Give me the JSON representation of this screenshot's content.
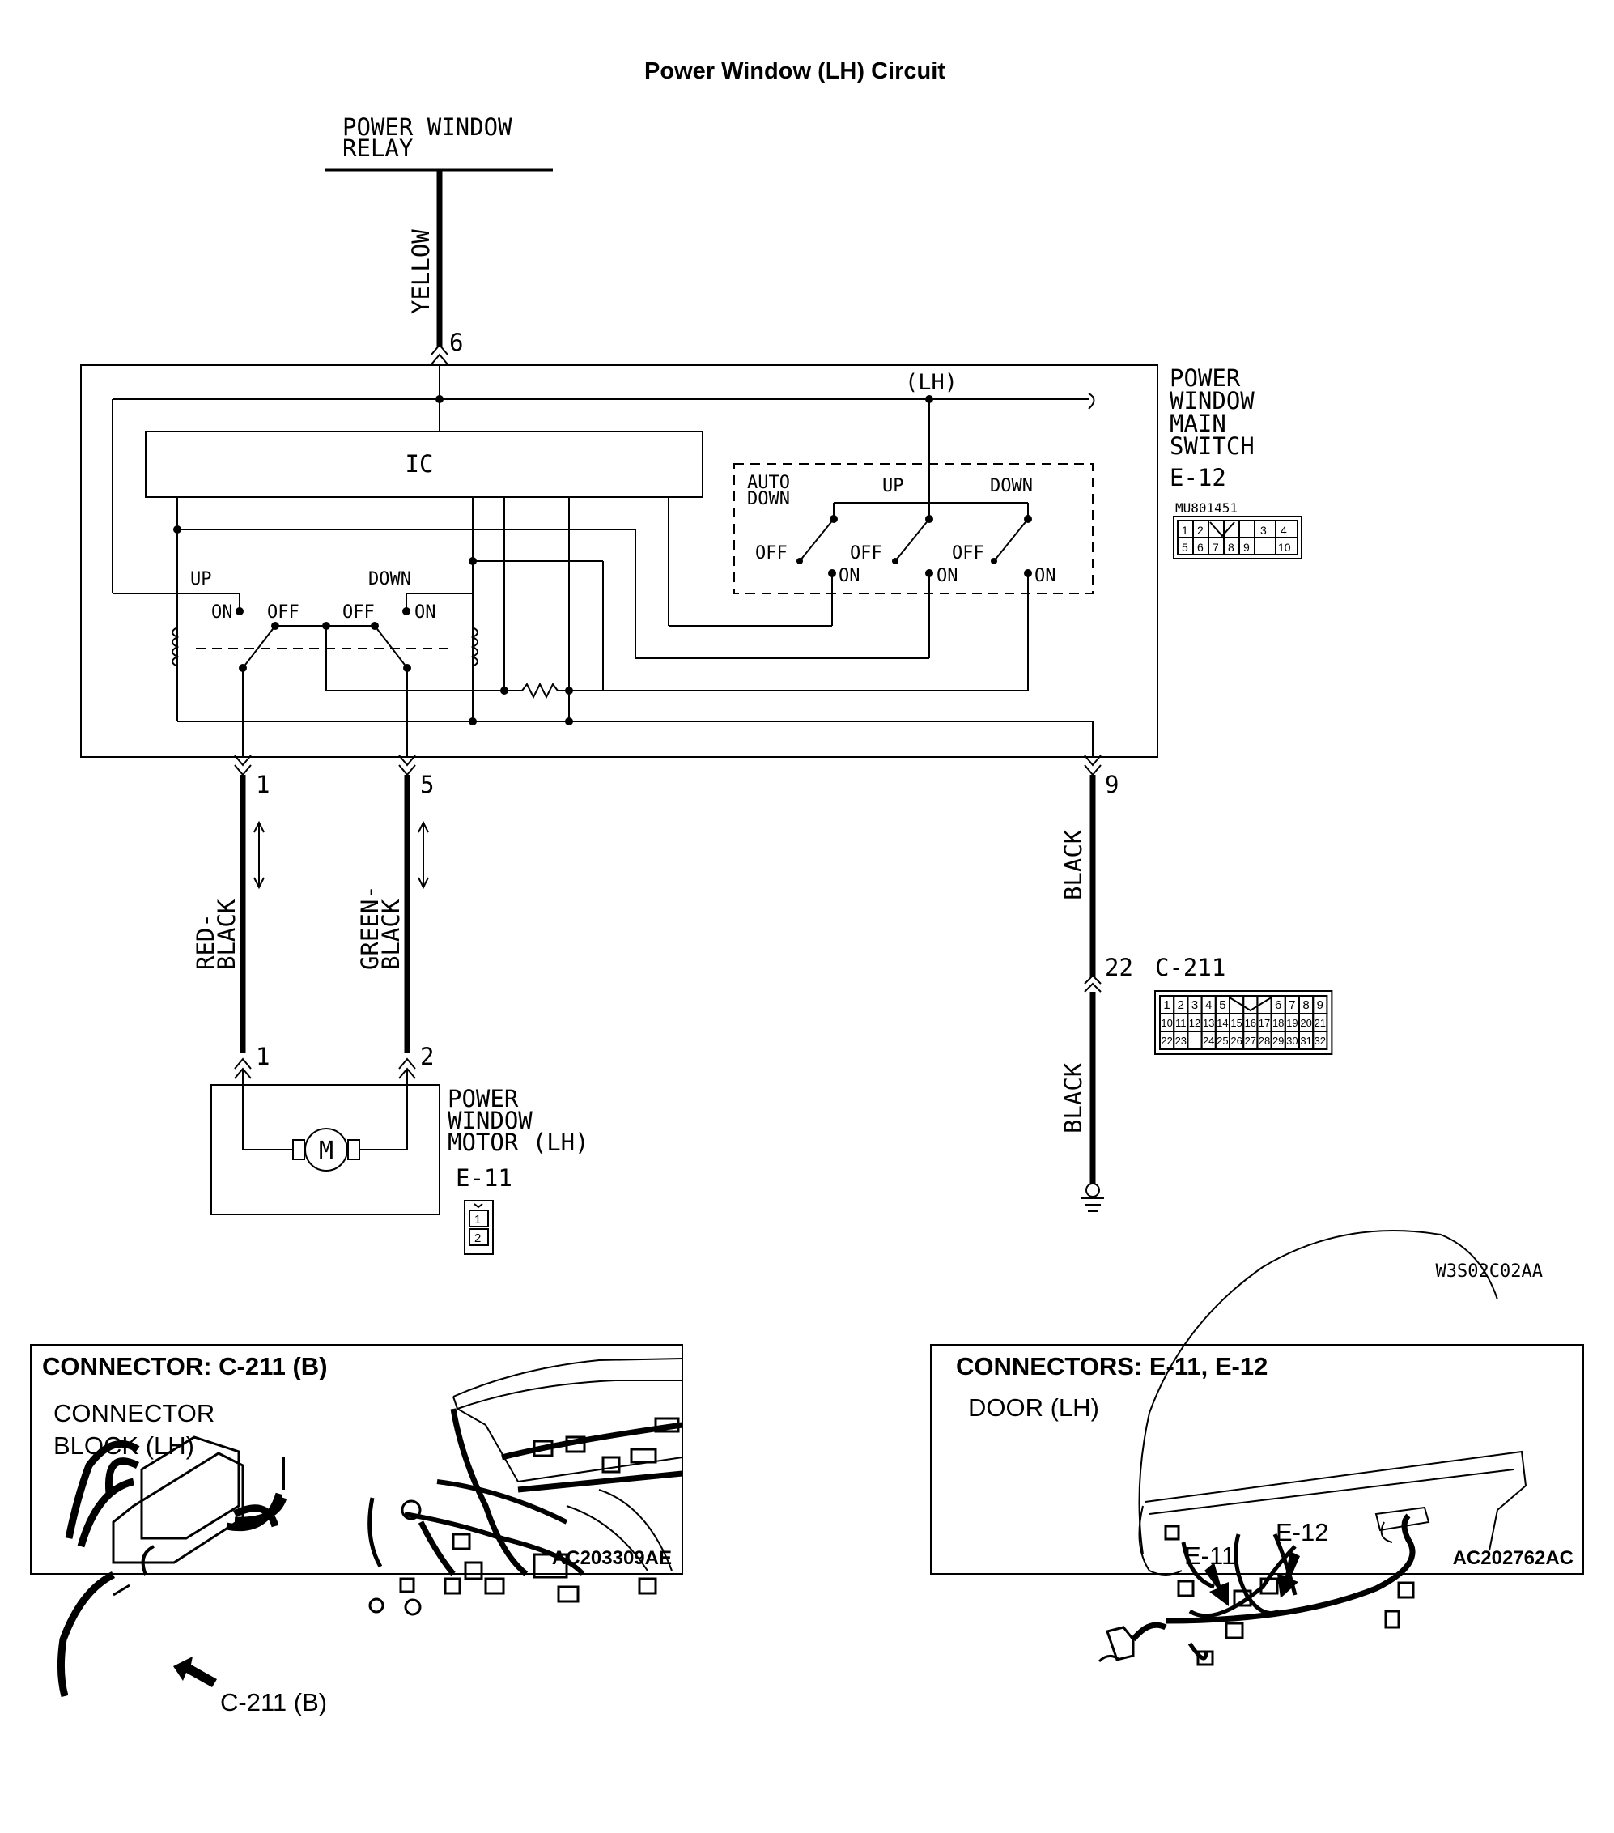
{
  "title": "Power Window (LH) Circuit",
  "diagram_id": "W3S02C02AA",
  "relay_label": [
    "POWER WINDOW",
    "RELAY"
  ],
  "wires": {
    "relay": "YELLOW",
    "motor_a": [
      "RED-",
      "BLACK"
    ],
    "motor_b": [
      "GREEN-",
      "BLACK"
    ],
    "ground_upper": "BLACK",
    "ground_lower": "BLACK"
  },
  "main_switch": {
    "label": [
      "POWER",
      "WINDOW",
      "MAIN",
      "SWITCH"
    ],
    "connector": "E-12",
    "part_no": "MU801451",
    "tag": "(LH)",
    "ic": "IC",
    "pins": {
      "power": "6",
      "up": "1",
      "down": "5",
      "ground": "9"
    },
    "pin_grid": [
      [
        "1",
        "2",
        "",
        "3",
        "4"
      ],
      [
        "5",
        "6",
        "7",
        "8",
        "9",
        "10"
      ]
    ]
  },
  "auto_switch": {
    "auto": "AUTO",
    "down": "DOWN",
    "up": "UP",
    "down2": "DOWN",
    "off": "OFF",
    "on": "ON"
  },
  "relay_switch": {
    "up": "UP",
    "down": "DOWN",
    "on": "ON",
    "off": "OFF"
  },
  "motor": {
    "label": [
      "POWER",
      "WINDOW",
      "MOTOR (LH)"
    ],
    "connector": "E-11",
    "symbol": "M",
    "pins": {
      "a": "1",
      "b": "2"
    },
    "pin_grid": [
      "1",
      "2"
    ]
  },
  "joint": {
    "pin": "22",
    "connector": "C-211",
    "pin_grid": [
      [
        "1",
        "2",
        "3",
        "4",
        "5",
        "",
        "6",
        "7",
        "8",
        "9"
      ],
      [
        "10",
        "11",
        "12",
        "13",
        "14",
        "15",
        "16",
        "17",
        "18",
        "19",
        "20",
        "21"
      ],
      [
        "22",
        "23",
        "24",
        "25",
        "26",
        "27",
        "28",
        "29",
        "30",
        "31",
        "32"
      ]
    ]
  },
  "panel_left": {
    "heading": "CONNECTOR: C-211 (B)",
    "sub": [
      "CONNECTOR",
      "BLOCK (LH)"
    ],
    "callout": "C-211 (B)",
    "code": "AC203309AE"
  },
  "panel_right": {
    "heading": "CONNECTORS: E-11, E-12",
    "sub": "DOOR (LH)",
    "callout_a": "E-11",
    "callout_b": "E-12",
    "code": "AC202762AC"
  }
}
